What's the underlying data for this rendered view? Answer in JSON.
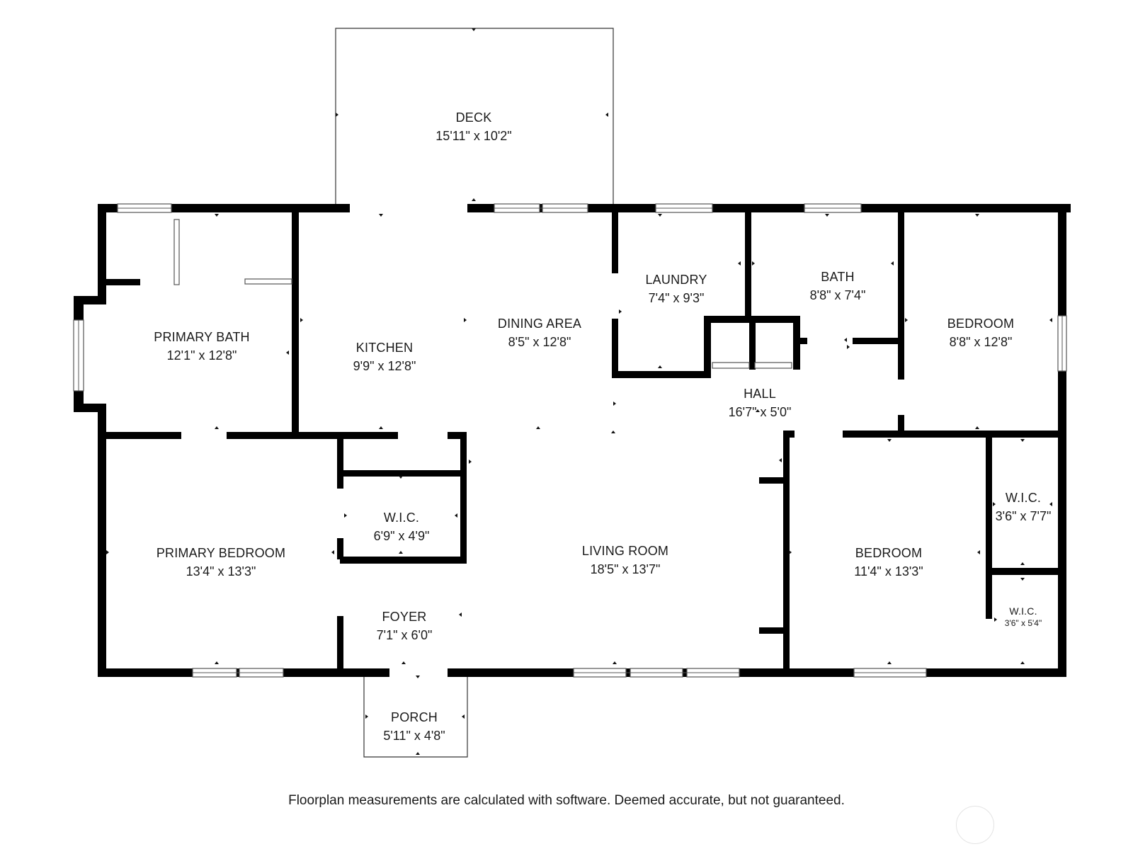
{
  "rooms": {
    "deck": {
      "name": "DECK",
      "dim": "15'11\" x 10'2\""
    },
    "primary_bath": {
      "name": "PRIMARY BATH",
      "dim": "12'1\" x 12'8\""
    },
    "kitchen": {
      "name": "KITCHEN",
      "dim": "9'9\" x 12'8\""
    },
    "dining_area": {
      "name": "DINING AREA",
      "dim": "8'5\" x 12'8\""
    },
    "laundry": {
      "name": "LAUNDRY",
      "dim": "7'4\" x 9'3\""
    },
    "bath": {
      "name": "BATH",
      "dim": "8'8\" x 7'4\""
    },
    "bedroom_ne": {
      "name": "BEDROOM",
      "dim": "8'8\" x 12'8\""
    },
    "hall": {
      "name": "HALL",
      "dim": "16'7\" x 5'0\""
    },
    "wic_center": {
      "name": "W.I.C.",
      "dim": "6'9\" x 4'9\""
    },
    "primary_bedroom": {
      "name": "PRIMARY BEDROOM",
      "dim": "13'4\" x 13'3\""
    },
    "living_room": {
      "name": "LIVING ROOM",
      "dim": "18'5\" x 13'7\""
    },
    "bedroom_se": {
      "name": "BEDROOM",
      "dim": "11'4\" x 13'3\""
    },
    "wic_east_upper": {
      "name": "W.I.C.",
      "dim": "3'6\" x 7'7\""
    },
    "wic_east_lower": {
      "name": "W.I.C.",
      "dim": "3'6\" x 5'4\""
    },
    "foyer": {
      "name": "FOYER",
      "dim": "7'1\" x 6'0\""
    },
    "porch": {
      "name": "PORCH",
      "dim": "5'11\" x 4'8\""
    }
  },
  "disclaimer": "Floorplan measurements are calculated with software. Deemed accurate, but not guaranteed.",
  "colors": {
    "wall": "#000000",
    "background": "#ffffff",
    "text": "#1a1a1a"
  }
}
